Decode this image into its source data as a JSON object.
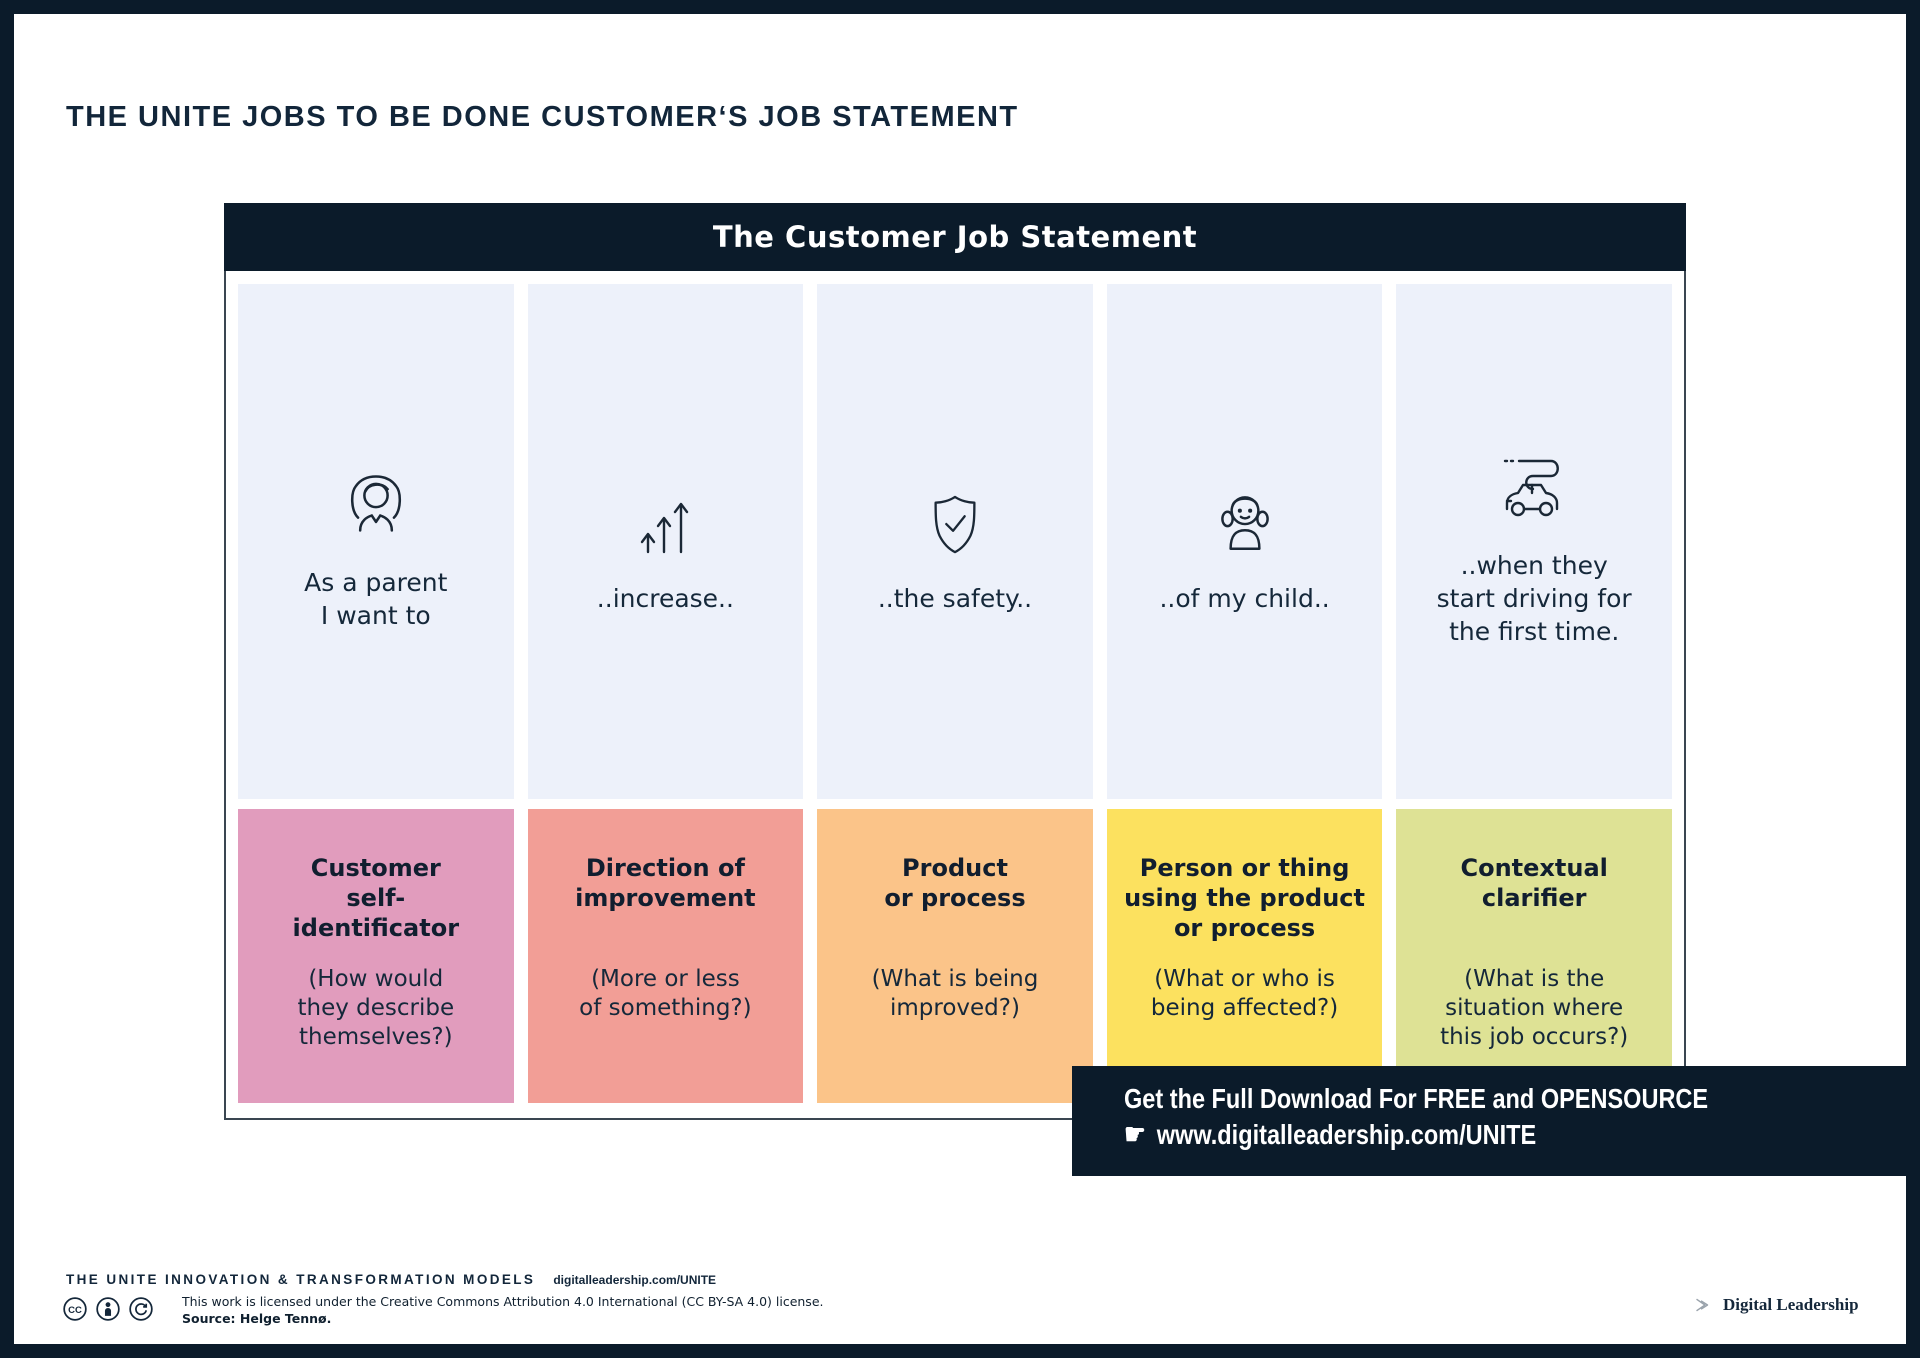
{
  "page": {
    "title": "THE UNITE JOBS TO BE DONE CUSTOMER‘S JOB STATEMENT"
  },
  "table": {
    "header": "The Customer Job Statement",
    "columns": [
      {
        "icon": "parent-icon",
        "statement": "As a parent\nI want to",
        "category": "Customer\nself-\nidentificator",
        "question": "(How would\nthey describe\nthemselves?)",
        "color": "#e19cbd"
      },
      {
        "icon": "increase-arrows-icon",
        "statement": "..increase..",
        "category": "Direction of\nimprovement",
        "question": "(More or less\nof something?)",
        "color": "#f29e96"
      },
      {
        "icon": "shield-check-icon",
        "statement": "..the safety..",
        "category": "Product\nor process",
        "question": "(What is being\nimproved?)",
        "color": "#fbc489"
      },
      {
        "icon": "child-icon",
        "statement": "..of my child..",
        "category": "Person or thing\nusing the product\nor process",
        "question": "(What or who is\nbeing affected?)",
        "color": "#fce15f"
      },
      {
        "icon": "car-road-icon",
        "statement": "..when they\nstart driving for\nthe first time.",
        "category": "Contextual\nclarifier",
        "question": "(What is the\nsituation where\nthis job occurs?)",
        "color": "#dee295"
      }
    ]
  },
  "promo": {
    "line1": "Get the Full Download For FREE and OPENSOURCE",
    "hand_icon": "☛",
    "url": "www.digitalleadership.com/UNITE"
  },
  "footer": {
    "models_label": "THE UNITE INNOVATION & TRANSFORMATION MODELS",
    "models_link": "digitalleadership.com/UNITE",
    "cc_label": "CC",
    "license_text": "This work is licensed under the Creative Commons Attribution 4.0 International (CC BY-SA 4.0) license.",
    "source_text": "Source: Helge Tennø.",
    "brand": "Digital Leadership"
  },
  "colors": {
    "navy": "#0b1b2a",
    "cell_bg": "#edf1fa",
    "border": "#3a4651"
  }
}
